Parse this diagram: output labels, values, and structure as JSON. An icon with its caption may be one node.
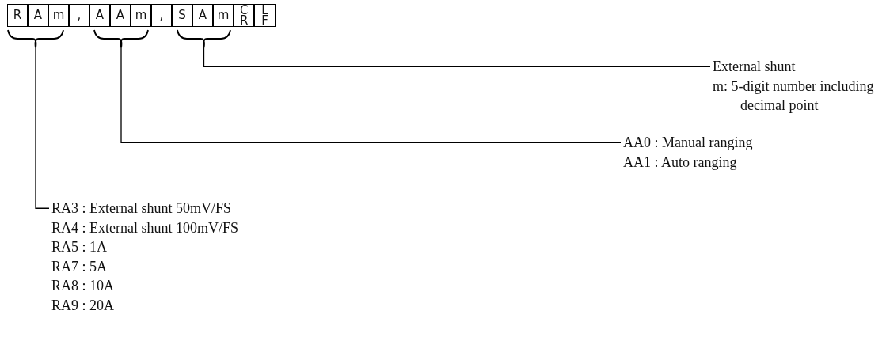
{
  "diagram": {
    "nodes": [
      {
        "text": [
          "R"
        ]
      },
      {
        "text": [
          "A"
        ]
      },
      {
        "text": [
          "m"
        ]
      },
      {
        "text": [
          ","
        ]
      },
      {
        "text": [
          "A"
        ]
      },
      {
        "text": [
          "A"
        ]
      },
      {
        "text": [
          "m"
        ]
      },
      {
        "text": [
          ","
        ]
      },
      {
        "text": [
          "S"
        ]
      },
      {
        "text": [
          "A"
        ]
      },
      {
        "text": [
          "m"
        ]
      },
      {
        "text": [
          "C R"
        ]
      },
      {
        "text": [
          "L F"
        ]
      },
      {
        "text": [],
        "shape": "brace"
      },
      {
        "text": [],
        "shape": "brace"
      },
      {
        "text": [],
        "shape": "brace"
      },
      {
        "text": [
          "External shunt",
          "m: 5-digit number including decimal point"
        ]
      },
      {
        "text": [
          "AA0 : Manual ranging",
          "AA1 : Auto ranging"
        ]
      },
      {
        "text": [
          "RA3 : External shunt 50mV/FS",
          "RA4 : External shunt 100mV/FS",
          "RA5 : 1A",
          "RA7 : 5A",
          "RA8 : 10A",
          "RA9 : 20A"
        ]
      }
    ],
    "edges": [
      {
        "from": 16,
        "to": 15,
        "arrow": "none"
      },
      {
        "from": 17,
        "to": 14,
        "arrow": "none"
      },
      {
        "from": 18,
        "to": 13,
        "arrow": "none"
      }
    ]
  }
}
